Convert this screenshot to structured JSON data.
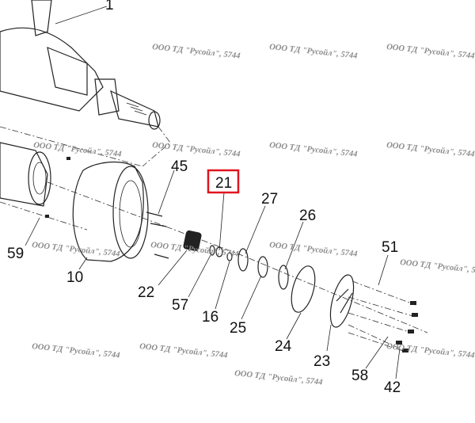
{
  "watermark": "ООО ТД \"Русойл\", 5744",
  "highlight_color": "#e0141e",
  "highlighted_part": "21",
  "callouts": [
    "1",
    "45",
    "21",
    "27",
    "26",
    "51",
    "59",
    "10",
    "22",
    "57",
    "16",
    "25",
    "24",
    "23",
    "58",
    "42"
  ]
}
